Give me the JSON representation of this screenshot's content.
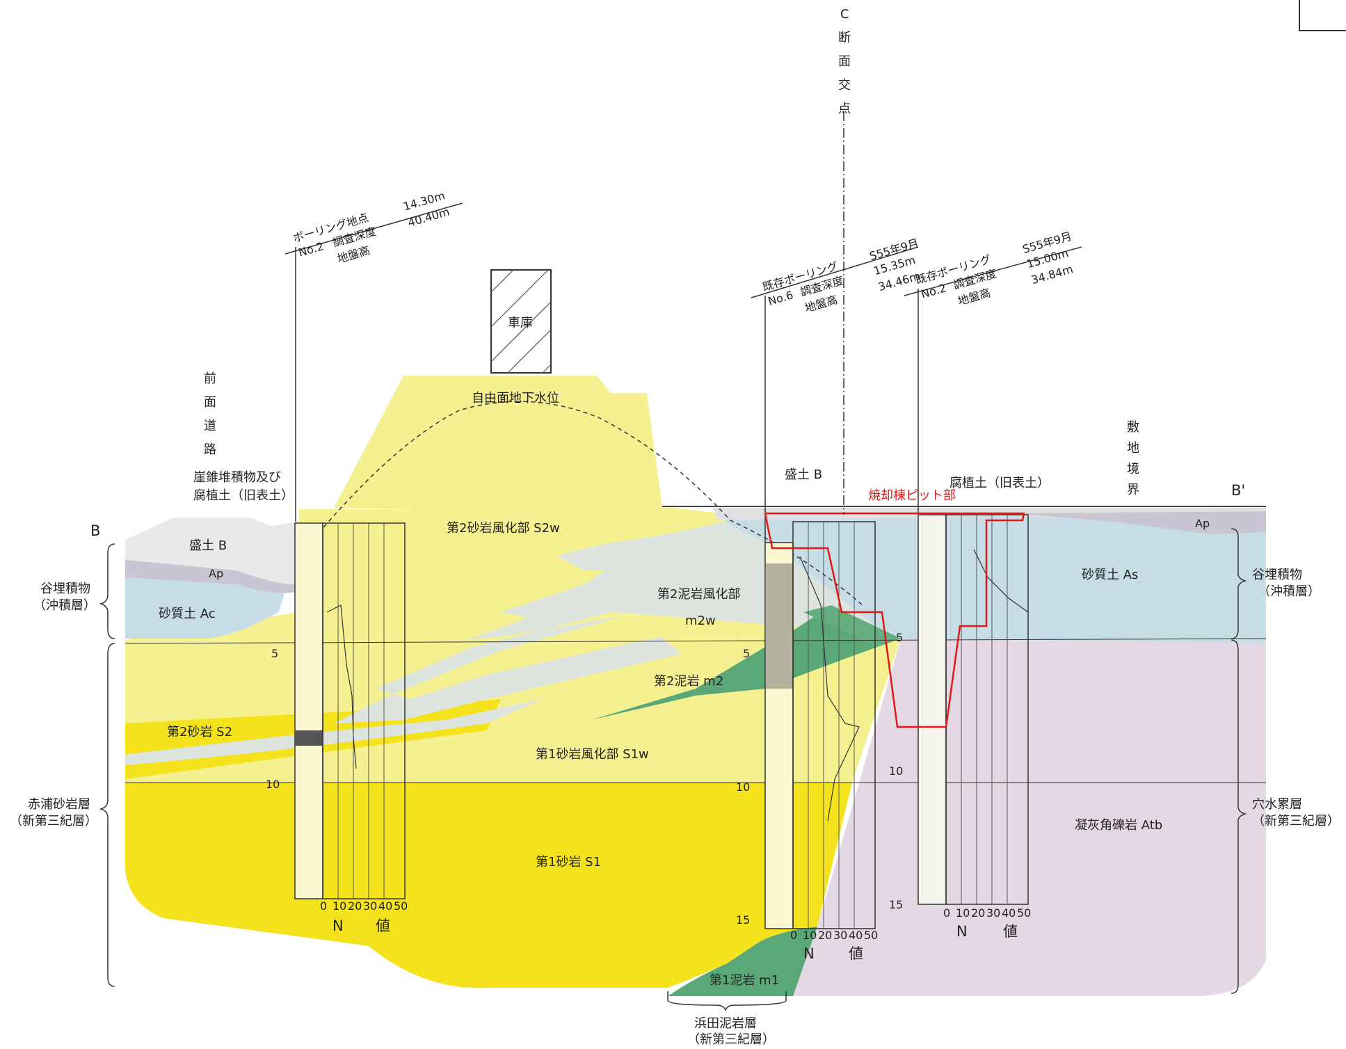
{
  "section": {
    "marker_left": "B",
    "marker_right": "B'",
    "c_intersection": [
      "C",
      "断",
      "面",
      "交",
      "点"
    ]
  },
  "labels": {
    "front_road": [
      "前",
      "面",
      "道",
      "路"
    ],
    "site_boundary": [
      "敷",
      "地",
      "境",
      "界"
    ],
    "garage": "車庫",
    "groundwater": "自由面地下水位",
    "talus_1": "崖錐堆積物及び",
    "talus_2": "腐植土（旧表土）",
    "fill_left": "盛土 B",
    "fill_top": "盛土 B",
    "humus_right": "腐植土（旧表土）",
    "incinerator_pit": "焼却棟ピット部",
    "s2w": "第2砂岩風化部  S2w",
    "m2w_1": "第2泥岩風化部",
    "m2w_2": "m2w",
    "m2": "第2泥岩  m2",
    "s2": "第2砂岩  S2",
    "s1w": "第1砂岩風化部  S1w",
    "s1": "第1砂岩  S1",
    "m1": "第1泥岩  m1",
    "sandy_soil_left": "砂質土  Ac",
    "sandy_soil_right": "砂質土  As",
    "ap_left": "Ap",
    "ap_right": "Ap",
    "tuff_breccia": "凝灰角礫岩  Atb"
  },
  "brackets": {
    "left_upper_1": "谷埋積物",
    "left_upper_2": "（沖積層）",
    "left_lower_1": "赤浦砂岩層",
    "left_lower_2": "（新第三紀層）",
    "right_upper_1": "谷埋積物",
    "right_upper_2": "（沖積層）",
    "right_lower_1": "穴水累層",
    "right_lower_2": "（新第三紀層）",
    "bottom_1": "浜田泥岩層",
    "bottom_2": "（新第三紀層）"
  },
  "borings": {
    "b1": {
      "title": "ボーリング地点",
      "no": "No.2",
      "depth_label": "調査深度",
      "depth": "14.30m",
      "elev_label": "地盤高",
      "elev": "40.40m"
    },
    "b2": {
      "title": "既存ボーリング",
      "date": "S55年9月",
      "no": "No.6",
      "depth_label": "調査深度",
      "depth": "15.35m",
      "elev_label": "地盤高",
      "elev": "34.46m"
    },
    "b3": {
      "title": "既存ボーリング",
      "date": "S55年9月",
      "no": "No.2",
      "depth_label": "調査深度",
      "depth": "15.00m",
      "elev_label": "地盤高",
      "elev": "34.84m"
    }
  },
  "n_value": {
    "label_n": "N",
    "label_v": "値",
    "ticks": [
      "0",
      "10",
      "20",
      "30",
      "40",
      "50"
    ]
  },
  "depth_ticks": [
    "5",
    "10",
    "15"
  ],
  "colors": {
    "yellow_bright": "#f3e21c",
    "yellow_pale": "#f5f08a",
    "blue": "#c7dde6",
    "pale_grey": "#dde4de",
    "green": "#5aa877",
    "lavender": "#e4d8e4",
    "red": "#e01818"
  }
}
